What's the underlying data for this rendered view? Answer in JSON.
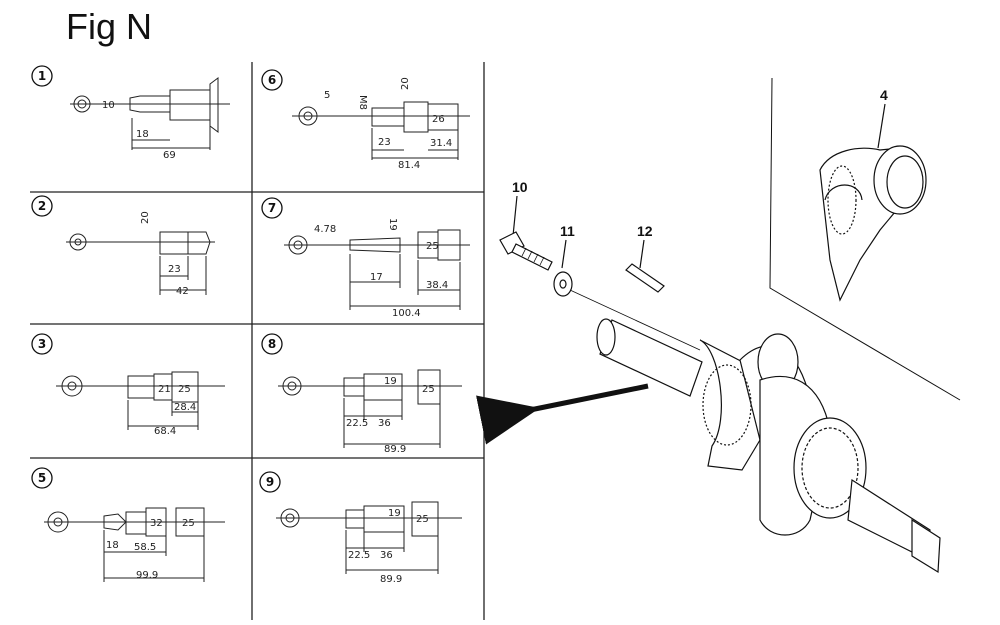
{
  "figure": {
    "title": "Fig N"
  },
  "panels": [
    {
      "id": "1",
      "dims": [
        "10",
        "18",
        "69"
      ]
    },
    {
      "id": "6",
      "dims": [
        "5",
        "M8",
        "20",
        "23",
        "26",
        "31.4",
        "81.4"
      ]
    },
    {
      "id": "2",
      "dims": [
        "20",
        "23",
        "42"
      ]
    },
    {
      "id": "7",
      "dims": [
        "4.78",
        "19",
        "25",
        "17",
        "38.4",
        "100.4"
      ]
    },
    {
      "id": "3",
      "dims": [
        "21",
        "25",
        "28.4",
        "68.4"
      ]
    },
    {
      "id": "8",
      "dims": [
        "19",
        "25",
        "22.5",
        "36",
        "89.9"
      ]
    },
    {
      "id": "5",
      "dims": [
        "18",
        "32",
        "25",
        "58.5",
        "99.9"
      ]
    },
    {
      "id": "9",
      "dims": [
        "19",
        "25",
        "22.5",
        "36",
        "89.9"
      ]
    }
  ],
  "parts": [
    {
      "number": "10"
    },
    {
      "number": "11"
    },
    {
      "number": "12"
    },
    {
      "number": "4"
    }
  ]
}
